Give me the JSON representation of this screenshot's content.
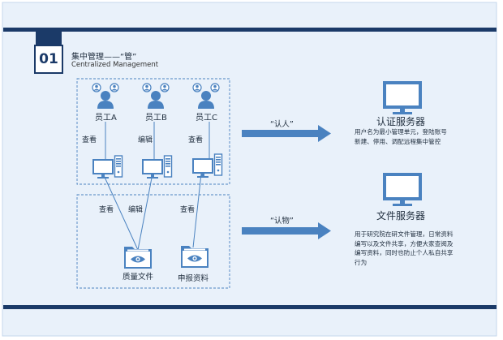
{
  "section": {
    "number": "01",
    "title_cn": "集中管理——“管”",
    "title_en": "Centralized Management"
  },
  "employees": [
    {
      "label": "员工A",
      "action": "查看"
    },
    {
      "label": "员工B",
      "action": "编辑"
    },
    {
      "label": "员工C",
      "action": "查看"
    }
  ],
  "file_actions": [
    "查看",
    "编辑",
    "查看"
  ],
  "files": [
    {
      "label": "质量文件"
    },
    {
      "label": "申报资料"
    }
  ],
  "arrows": [
    {
      "label": "“认人”"
    },
    {
      "label": "“认物”"
    }
  ],
  "servers": [
    {
      "title": "认证服务器",
      "description": "用户名为最小管理单元，登陆账号新建、停用、调配远程集中管控"
    },
    {
      "title": "文件服务器",
      "description": "用于研究院在研文件管理，日常资料编写以及文件共享，方便大家查阅及编写资料，同时也防止个人私自共享行为"
    }
  ],
  "colors": {
    "accent": "#4a82c0",
    "dark_bar": "#1b3a68",
    "panel_bg": "#e9f1fa"
  }
}
